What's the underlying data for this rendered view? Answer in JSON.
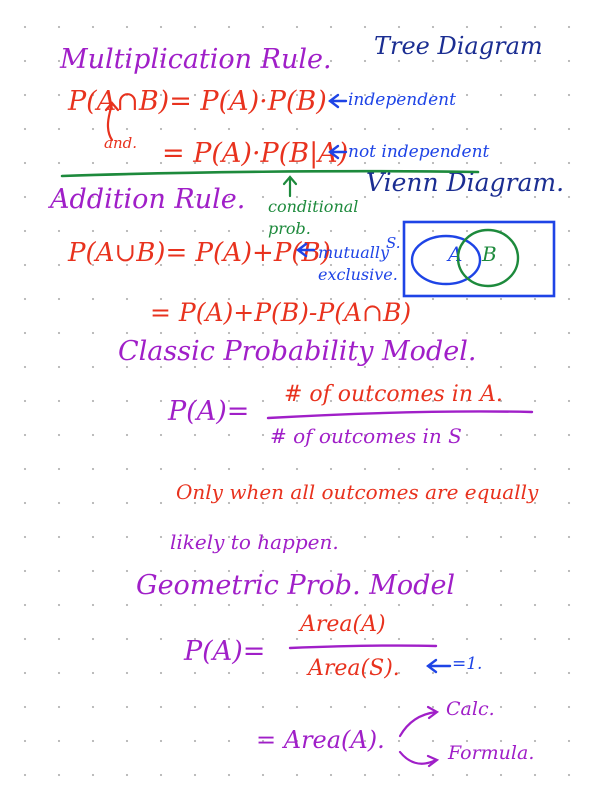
{
  "notes": {
    "mult_rule_heading": "Multiplication Rule.",
    "tree_diagram": "Tree Diagram",
    "mult_formula_1": "P(A∩B)= P(A)·P(B)",
    "independent": "independent",
    "and_label": "and.",
    "mult_formula_2": "= P(A)·P(B|A)",
    "not_independent": "not independent",
    "addition_heading": "Addition Rule.",
    "conditional_prob": "conditional prob.",
    "venn_diagram": "Vienn Diagram.",
    "add_formula_1": "P(A∪B)= P(A)+P(B)",
    "mutually_exclusive": "mutually exclusive.",
    "venn_s": "S.",
    "venn_a": "A",
    "venn_b": "B",
    "add_formula_2": "= P(A)+P(B)-P(A∩B)",
    "classic_heading": "Classic Probability Model.",
    "classic_lhs": "P(A)=",
    "classic_numerator": "# of outcomes in A.",
    "classic_denominator": "# of outcomes in S",
    "equally_likely_1": "Only when all outcomes are equally",
    "equally_likely_2": "likely to happen.",
    "geometric_heading": "Geometric Prob. Model",
    "geo_lhs": "P(A)=",
    "geo_numerator": "Area(A)",
    "geo_denominator": "Area(S).",
    "equals_one": "=1.",
    "geo_result": "= Area(A).",
    "calc": "Calc.",
    "formula": "Formula."
  },
  "colors": {
    "purple": "#a01fc8",
    "red": "#e8321e",
    "blue": "#1e44e6",
    "green": "#1d8a3c",
    "navy": "#1b2e92"
  }
}
